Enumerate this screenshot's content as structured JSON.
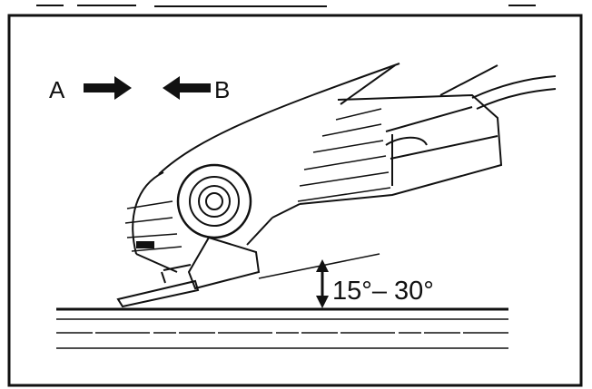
{
  "labels": {
    "direction_a": "A",
    "direction_b": "B",
    "angle": "15°– 30°"
  },
  "colors": {
    "ink": "#111111",
    "background": "#ffffff"
  }
}
